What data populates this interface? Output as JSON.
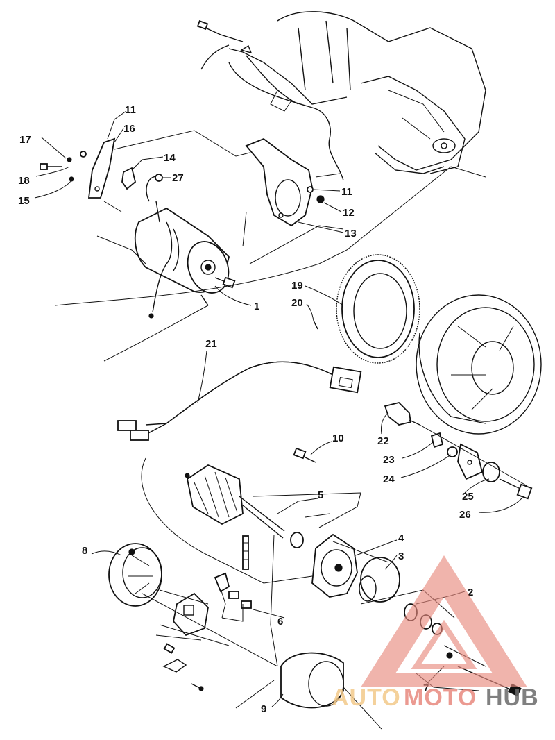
{
  "callouts": [
    {
      "id": "17",
      "text": "17"
    },
    {
      "id": "11a",
      "text": "11"
    },
    {
      "id": "16",
      "text": "16"
    },
    {
      "id": "18",
      "text": "18"
    },
    {
      "id": "15",
      "text": "15"
    },
    {
      "id": "14",
      "text": "14"
    },
    {
      "id": "27",
      "text": "27"
    },
    {
      "id": "11b",
      "text": "11"
    },
    {
      "id": "12",
      "text": "12"
    },
    {
      "id": "13",
      "text": "13"
    },
    {
      "id": "1",
      "text": "1"
    },
    {
      "id": "19",
      "text": "19"
    },
    {
      "id": "20",
      "text": "20"
    },
    {
      "id": "21",
      "text": "21"
    },
    {
      "id": "10",
      "text": "10"
    },
    {
      "id": "22",
      "text": "22"
    },
    {
      "id": "23",
      "text": "23"
    },
    {
      "id": "24",
      "text": "24"
    },
    {
      "id": "25",
      "text": "25"
    },
    {
      "id": "26",
      "text": "26"
    },
    {
      "id": "5",
      "text": "5"
    },
    {
      "id": "4",
      "text": "4"
    },
    {
      "id": "3",
      "text": "3"
    },
    {
      "id": "8",
      "text": "8"
    },
    {
      "id": "2",
      "text": "2"
    },
    {
      "id": "6",
      "text": "6"
    },
    {
      "id": "7",
      "text": "7"
    },
    {
      "id": "9",
      "text": "9"
    }
  ],
  "watermark": {
    "logo": {
      "part_a": "AUTO",
      "part_b": "MOTO",
      "part_c": "HUB"
    },
    "colors": {
      "triangle": "#e8897e",
      "auto": "#f3c98a",
      "moto": "#e8897e",
      "hub": "#6b6b6b"
    }
  }
}
